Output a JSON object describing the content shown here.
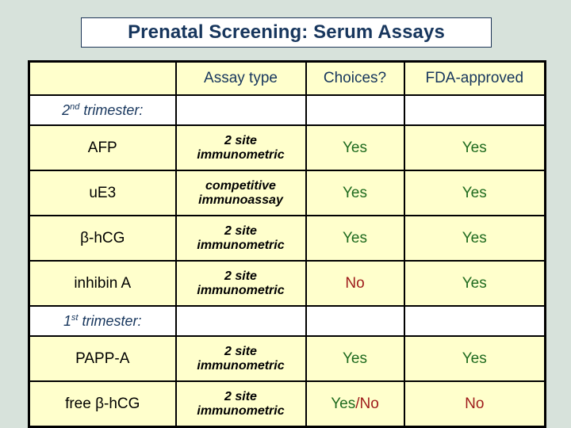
{
  "slide": {
    "background_color": "#d7e2db",
    "title": "Prenatal Screening: Serum Assays",
    "title_color": "#17365d",
    "title_background": "#ffffff"
  },
  "table": {
    "cell_background": "#ffffcc",
    "separator_background": "#ffffff",
    "border_color": "#000000",
    "header": {
      "blank": "",
      "assay_type": "Assay type",
      "choices": "Choices?",
      "fda_approved": "FDA-approved"
    },
    "colors": {
      "yes": "#1f6b1f",
      "no": "#9e1b1b",
      "header_text": "#17365d",
      "analyte_text": "#000000"
    },
    "rows": [
      {
        "kind": "separator",
        "label_prefix": "2",
        "label_sup": "nd",
        "label_suffix": " trimester:",
        "label_full": "2nd trimester:"
      },
      {
        "kind": "data",
        "analyte": "AFP",
        "assay_line1": "2 site",
        "assay_line2": "immunometric",
        "choices": "Yes",
        "choices_kind": "yes",
        "fda": "Yes",
        "fda_kind": "yes"
      },
      {
        "kind": "data",
        "analyte": "uE3",
        "assay_line1": "competitive",
        "assay_line2": "immunoassay",
        "choices": "Yes",
        "choices_kind": "yes",
        "fda": "Yes",
        "fda_kind": "yes"
      },
      {
        "kind": "data",
        "analyte": "β-hCG",
        "assay_line1": "2 site",
        "assay_line2": "immunometric",
        "choices": "Yes",
        "choices_kind": "yes",
        "fda": "Yes",
        "fda_kind": "yes"
      },
      {
        "kind": "data",
        "analyte": "inhibin A",
        "assay_line1": "2 site",
        "assay_line2": "immunometric",
        "choices": "No",
        "choices_kind": "no",
        "fda": "Yes",
        "fda_kind": "yes"
      },
      {
        "kind": "separator",
        "label_prefix": "1",
        "label_sup": "st",
        "label_suffix": " trimester:",
        "label_full": "1st trimester:"
      },
      {
        "kind": "data",
        "analyte": "PAPP-A",
        "assay_line1": "2 site",
        "assay_line2": "immunometric",
        "choices": "Yes",
        "choices_kind": "yes",
        "fda": "Yes",
        "fda_kind": "yes"
      },
      {
        "kind": "data",
        "analyte": "free β-hCG",
        "assay_line1": "2 site",
        "assay_line2": "immunometric",
        "choices_split": {
          "yes": "Yes",
          "sep": "/",
          "no": "No"
        },
        "choices": "Yes/No",
        "choices_kind": "mixed",
        "fda": "No",
        "fda_kind": "no"
      }
    ]
  }
}
